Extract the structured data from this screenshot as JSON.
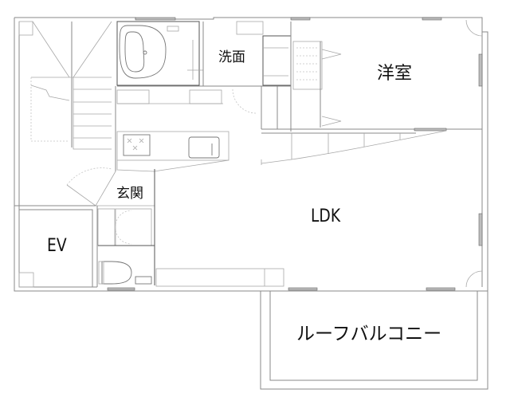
{
  "floor_plan": {
    "rooms": [
      {
        "id": "washroom",
        "label": "洗面"
      },
      {
        "id": "western-room",
        "label": "洋室"
      },
      {
        "id": "entrance",
        "label": "玄関"
      },
      {
        "id": "ldk",
        "label": "LDK"
      },
      {
        "id": "elevator",
        "label": "EV"
      },
      {
        "id": "roof-balcony",
        "label": "ルーフバルコニー"
      }
    ],
    "colors": {
      "wall": "#8a8a8a",
      "text": "#111111",
      "background": "#ffffff"
    }
  }
}
